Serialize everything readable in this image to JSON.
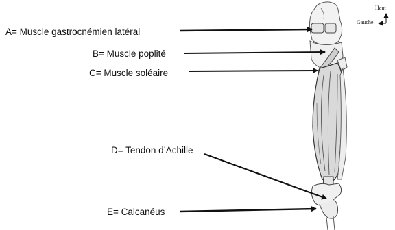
{
  "labels": {
    "a": "A= Muscle gastrocnémien latéral",
    "b": "B= Muscle poplité",
    "c": "C= Muscle soléaire",
    "d": "D= Tendon d’Achille",
    "e": "E= Calcanéus"
  },
  "orientation": {
    "up": "Haut",
    "left": "Gauche"
  },
  "colors": {
    "line": "#111111",
    "bone": "#f2f2f2",
    "muscle": "#d9d9d9",
    "outline": "#555555"
  }
}
